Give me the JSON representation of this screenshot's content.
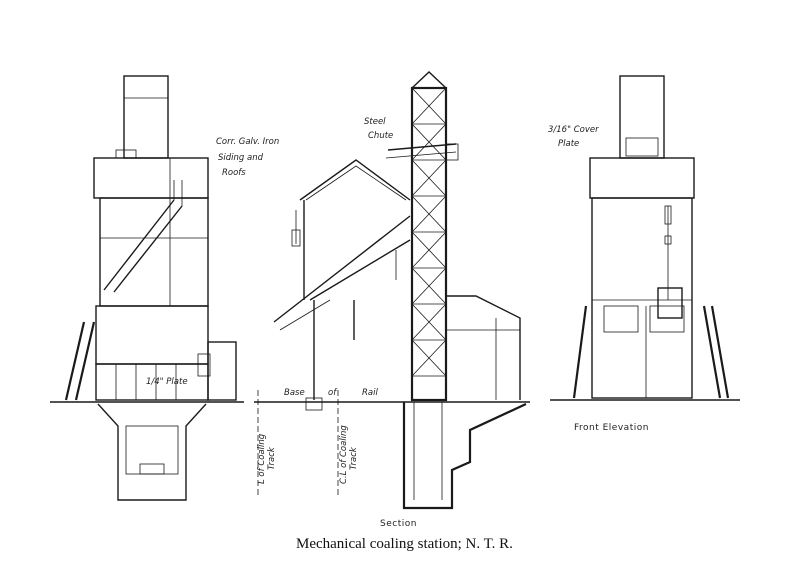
{
  "labels": {
    "corr_line1": "Corr. Galv. Iron",
    "corr_line2": "Siding and",
    "corr_line3": "Roofs",
    "steel_line1": "Steel",
    "steel_line2": "Chute",
    "cover_line1": "3/16\" Cover",
    "cover_line2": "Plate",
    "plate_label": "1/4\" Plate",
    "base_label": "Base",
    "of_label": "of",
    "rail_label": "Rail",
    "track1_line1": "L of Coaling",
    "track1_line2": "Track",
    "track2_line1": "C.L of Coaling",
    "track2_line2": "Track",
    "section": "Section",
    "front_elevation": "Front Elevation"
  },
  "caption": "Mechanical coaling station; N. T. R."
}
